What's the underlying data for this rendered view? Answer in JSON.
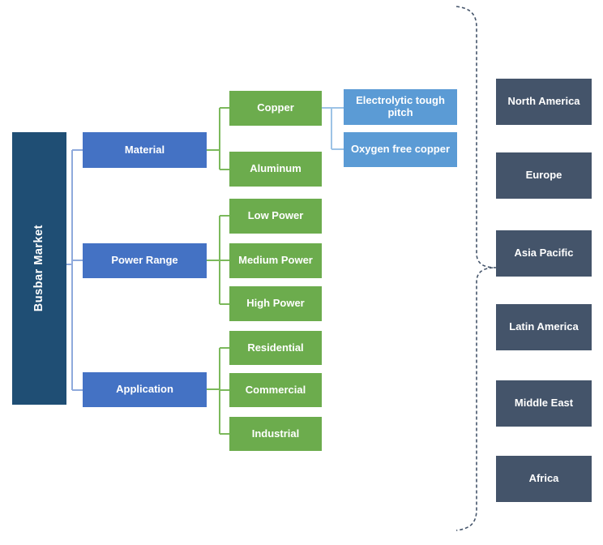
{
  "diagram": {
    "root_label": "Busbar Market",
    "branches": [
      {
        "label": "Material",
        "children": [
          "Copper",
          "Aluminum"
        ]
      },
      {
        "label": "Power Range",
        "children": [
          "Low Power",
          "Medium Power",
          "High Power"
        ]
      },
      {
        "label": "Application",
        "children": [
          "Residential",
          "Commercial",
          "Industrial"
        ]
      }
    ],
    "copper_subtypes": [
      "Electrolytic tough pitch",
      "Oxygen free copper"
    ],
    "regions": [
      "North America",
      "Europe",
      "Asia Pacific",
      "Latin America",
      "Middle East",
      "Africa"
    ],
    "colors": {
      "root_box": "#1F4E74",
      "branch_box": "#4472C4",
      "leaf_box": "#6CAC4D",
      "subtype_box": "#5B9BD5",
      "region_box": "#44546A",
      "connector_blue": "#8FAADC",
      "connector_green": "#7CB95C",
      "connector_light_blue": "#9DC3E6",
      "brace": "#44546A"
    }
  }
}
